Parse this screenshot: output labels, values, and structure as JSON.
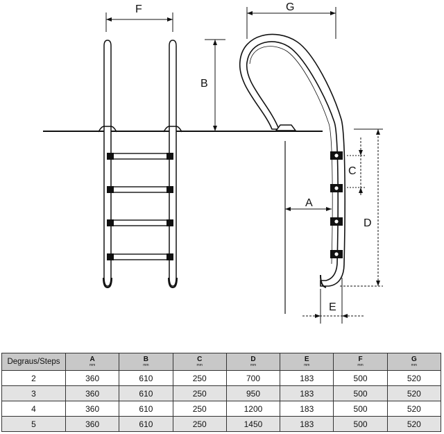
{
  "diagram": {
    "labels": {
      "F": "F",
      "G": "G",
      "B": "B",
      "C": "C",
      "A": "A",
      "D": "D",
      "E": "E"
    }
  },
  "table": {
    "first_header": "Degraus/Steps",
    "columns": [
      {
        "code": "A",
        "unit": "mm"
      },
      {
        "code": "B",
        "unit": "mm"
      },
      {
        "code": "C",
        "unit": "mm"
      },
      {
        "code": "D",
        "unit": "mm"
      },
      {
        "code": "E",
        "unit": "mm"
      },
      {
        "code": "F",
        "unit": "mm"
      },
      {
        "code": "G",
        "unit": "mm"
      }
    ],
    "rows": [
      {
        "steps": "2",
        "values": [
          "360",
          "610",
          "250",
          "700",
          "183",
          "500",
          "520"
        ]
      },
      {
        "steps": "3",
        "values": [
          "360",
          "610",
          "250",
          "950",
          "183",
          "500",
          "520"
        ]
      },
      {
        "steps": "4",
        "values": [
          "360",
          "610",
          "250",
          "1200",
          "183",
          "500",
          "520"
        ]
      },
      {
        "steps": "5",
        "values": [
          "360",
          "610",
          "250",
          "1450",
          "183",
          "500",
          "520"
        ]
      }
    ]
  }
}
